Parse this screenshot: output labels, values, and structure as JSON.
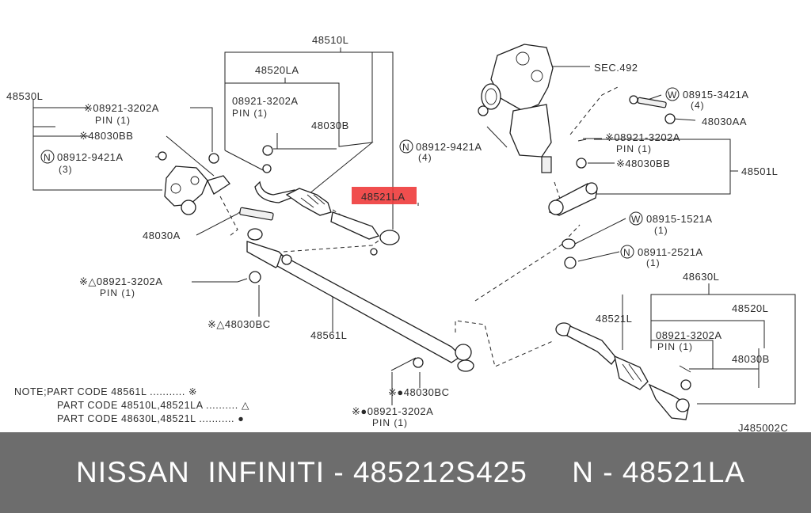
{
  "diagram": {
    "labels": {
      "l48510L": "48510L",
      "l48520LA": "48520LA",
      "l48530L": "48530L",
      "lPin08921a": "08921-3202A",
      "lPin08921aQty": "PIN (1)",
      "lStar08921": "※08921-3202A",
      "lStar08921Qty": "PIN (1)",
      "l48030B": "48030B",
      "lStar48030BB": "※48030BB",
      "l08912a": "08912-9421A",
      "l08912aQty": "(3)",
      "l48521LA": "48521LA",
      "l48030A": "48030A",
      "lSec492": "SEC.492",
      "l08915a": "08915-3421A",
      "l08915aQty": "(4)",
      "l48030AA": "48030AA",
      "l08912b": "08912-9421A",
      "l08912bQty": "(4)",
      "lStar08921r": "※08921-3202A",
      "lStar08921rQty": "PIN (1)",
      "lStar48030BBr": "※48030BB",
      "l48501L": "48501L",
      "l08915b": "08915-1521A",
      "l08915bQty": "(1)",
      "l08911": "08911-2521A",
      "l08911Qty": "(1)",
      "lTri08921": "※△08921-3202A",
      "lTri08921Qty": "PIN (1)",
      "lTri48030BC": "※△48030BC",
      "l48561L": "48561L",
      "l48630L": "48630L",
      "l48521L": "48521L",
      "l48520L": "48520L",
      "l08921r2": "08921-3202A",
      "l08921r2Qty": "PIN (1)",
      "l48030Br": "48030B",
      "lDot48030BC": "※●48030BC",
      "lDot08921": "※●08921-3202A",
      "lDot08921Qty": "PIN (1)",
      "diagramCode": "J485002C"
    },
    "notes": {
      "line1": "NOTE;PART CODE 48561L ........... ※",
      "line2": "PART CODE 48510L,48521LA .......... △",
      "line3": "PART CODE 48630L,48521L ........... ●"
    },
    "circled": {
      "N": "N",
      "W": "W"
    },
    "highlight_color": "#ee3b3b"
  },
  "banner": {
    "text": "NISSAN  INFINITI - 485212S425     N - 48521LA",
    "background": "#6d6d6d"
  }
}
